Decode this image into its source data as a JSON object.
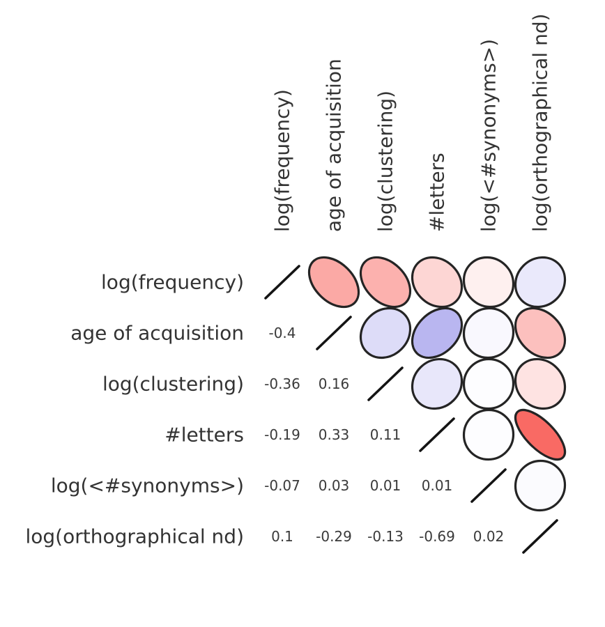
{
  "chart_data": {
    "type": "heatmap",
    "variant": "correlation-ellipse-matrix",
    "title": "",
    "variables": [
      "log(frequency)",
      "age of acquisition",
      "log(clustering)",
      "#letters",
      "log(<#synonyms>)",
      "log(orthographical nd)"
    ],
    "matrix_upper": [
      [
        -0.4,
        -0.36,
        -0.19,
        -0.07,
        0.1
      ],
      [
        0.16,
        0.33,
        0.03,
        -0.29
      ],
      [
        0.11,
        0.01,
        -0.13
      ],
      [
        0.01,
        -0.69
      ],
      [
        0.02
      ]
    ],
    "value_range": [
      -1,
      1
    ],
    "upper_triangle": "ellipse-glyphs",
    "lower_triangle": "coefficient-values",
    "diagonal": "slash",
    "legend": "none",
    "grid": "off",
    "colors": {
      "background": "#ffffff",
      "zero": "#ffffff",
      "negative_end": "#f6271e",
      "positive_end": "#2b22d2",
      "ellipse_outline": "#242424",
      "diagonal_line": "#141414",
      "label_text": "#333333",
      "value_text": "#3a3a3a"
    }
  }
}
